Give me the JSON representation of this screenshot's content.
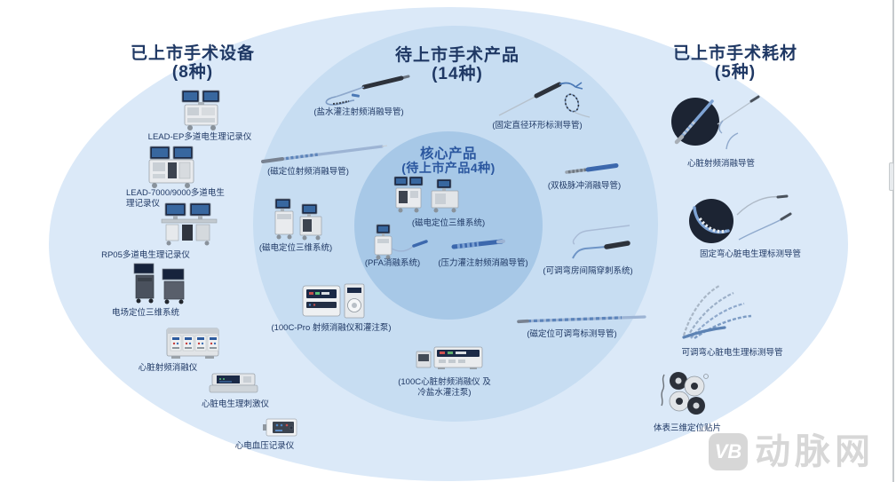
{
  "watermark": {
    "logo_text": "VB",
    "brand_text": "动脉网"
  },
  "colors": {
    "outer_ring": "#dbe9f8",
    "middle_ring": "#c7ddf2",
    "core_circle": "#a7c8e7",
    "title": "#1f3864",
    "core_title": "#2b579f",
    "label": "#1f3864",
    "watermark": "#d7d7d7"
  },
  "sections": {
    "left": {
      "title": "已上市手术设备",
      "count": "(8种)",
      "items": [
        {
          "label": "LEAD-EP多道电生理记录仪",
          "icon": "dual-monitor-cart"
        },
        {
          "label": "LEAD-7000/9000多道电生理记录仪",
          "icon": "dual-monitor-workstation"
        },
        {
          "label": "RP05多道电生理记录仪",
          "icon": "dual-monitor-desk"
        },
        {
          "label": "电场定位三维系统",
          "icon": "dark-equipment-carts"
        },
        {
          "label": "心脏射频消融仪",
          "icon": "rf-ablation-unit"
        },
        {
          "label": "心脏电生理刺激仪",
          "icon": "stimulator-console"
        },
        {
          "label": "心电血压记录仪",
          "icon": "ecg-bp-recorder"
        }
      ]
    },
    "middle": {
      "title": "待上市手术产品",
      "count": "(14种)",
      "items": [
        {
          "label": "(盐水灌注射频消融导管)",
          "icon": "saline-ablation-catheter"
        },
        {
          "label": "(固定直径环形标测导管)",
          "icon": "circular-mapping-catheter"
        },
        {
          "label": "(磁定位射频消融导管)",
          "icon": "magnetic-rf-catheter"
        },
        {
          "label": "(磁电定位三维系统)",
          "icon": "3d-mapping-workstation"
        },
        {
          "label": "(双极脉冲消融导管)",
          "icon": "bipolar-pulse-catheter"
        },
        {
          "label": "(可调弯房间隔穿刺系统)",
          "icon": "septal-puncture-system"
        },
        {
          "label": "(100C-Pro 射频消融仪和灌注泵)",
          "icon": "ablation-console-and-pump"
        },
        {
          "label": "(100C心脏射频消融仪 及冷盐水灌注泵)",
          "icon": "ablation-console-with-pump"
        },
        {
          "label": "(磁定位可调弯标测导管)",
          "icon": "steerable-mapping-catheter"
        }
      ]
    },
    "core": {
      "title": "核心产品",
      "count": "(待上市产品4种)",
      "items": [
        {
          "label": "(磁电定位三维系统)",
          "icon": "3d-mapping-workstation"
        },
        {
          "label": "(PFA消融系统)",
          "icon": "pfa-ablation-system"
        },
        {
          "label": "(压力灌注射频消融导管)",
          "icon": "pressure-ablation-catheter"
        }
      ]
    },
    "right": {
      "title": "已上市手术耗材",
      "count": "(5种)",
      "items": [
        {
          "label": "心脏射频消融导管",
          "icon": "rf-ablation-catheter"
        },
        {
          "label": "固定弯心脏电生理标测导管",
          "icon": "fixed-curve-mapping-catheter"
        },
        {
          "label": "可调弯心脏电生理标测导管",
          "icon": "steerable-curve-catheters"
        },
        {
          "label": "体表三维定位贴片",
          "icon": "positioning-patches"
        }
      ]
    }
  }
}
